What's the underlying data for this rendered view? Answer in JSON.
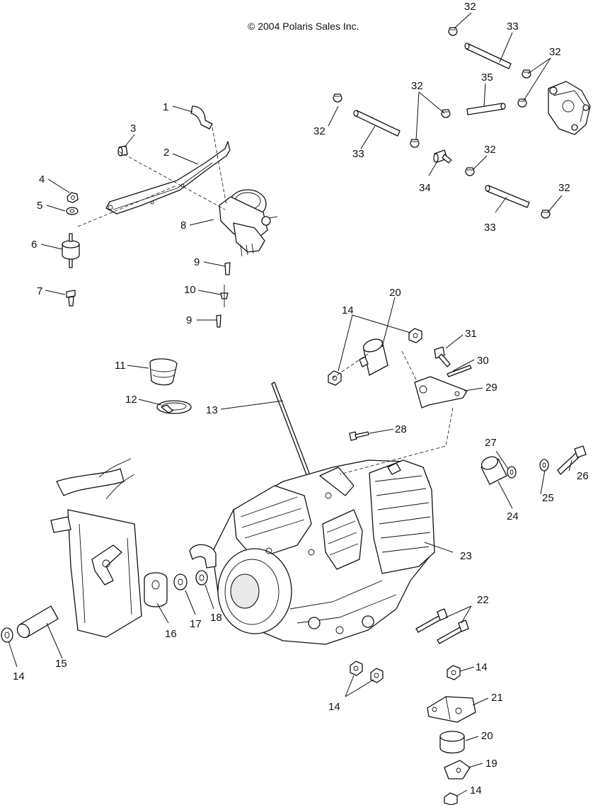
{
  "copyright": "© 2004 Polaris Sales Inc.",
  "callouts": {
    "c1": "1",
    "c2": "2",
    "c3": "3",
    "c4": "4",
    "c5": "5",
    "c6": "6",
    "c7": "7",
    "c8": "8",
    "c9a": "9",
    "c9b": "9",
    "c10": "10",
    "c11": "11",
    "c12": "12",
    "c13": "13",
    "c14a": "14",
    "c14b": "14",
    "c14c": "14",
    "c14d": "14",
    "c14e": "14",
    "c15": "15",
    "c16": "16",
    "c17": "17",
    "c18": "18",
    "c19": "19",
    "c20a": "20",
    "c20b": "20",
    "c21": "21",
    "c22": "22",
    "c23": "23",
    "c24": "24",
    "c25": "25",
    "c26": "26",
    "c27": "27",
    "c28": "28",
    "c29": "29",
    "c30": "30",
    "c31": "31",
    "c32a": "32",
    "c32b": "32",
    "c32c": "32",
    "c32d": "32",
    "c32e": "32",
    "c32f": "32",
    "c33a": "33",
    "c33b": "33",
    "c33c": "33",
    "c34": "34",
    "c35": "35"
  }
}
